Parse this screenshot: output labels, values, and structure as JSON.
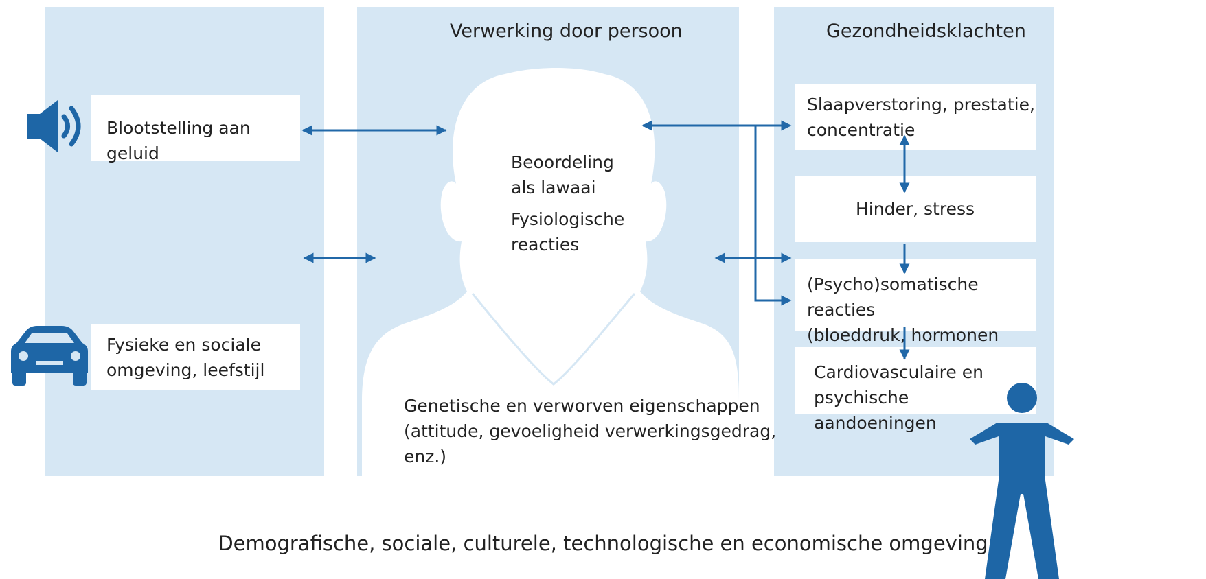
{
  "colors": {
    "panel": "#d6e7f4",
    "arrow": "#2168a8",
    "icon": "#1e66a6",
    "box": "#ffffff"
  },
  "left": {
    "exposure": "Blootstelling aan geluid",
    "environment_lines": [
      "Fysieke en sociale",
      "omgeving, leefstijl"
    ],
    "icons": [
      "speaker-icon",
      "car-icon"
    ]
  },
  "middle": {
    "title": "Verwerking door persoon",
    "judgement_lines": [
      "Beoordeling",
      "als lawaai"
    ],
    "physio_lines": [
      "Fysiologische",
      "reacties"
    ],
    "traits_lines": [
      "Genetische en verworven eigenschappen",
      "(attitude, gevoeligheid verwerkingsgedrag,",
      "enz.)"
    ]
  },
  "right": {
    "title": "Gezondheidsklachten",
    "sleep_lines": [
      "Slaapverstoring, prestatie,",
      "concentratie"
    ],
    "annoyance": "Hinder, stress",
    "somatic_lines": [
      "(Psycho)somatische reacties",
      "(bloeddruk, hormonen enz.)"
    ],
    "disease_lines": [
      "Cardiovasculaire en",
      "psychische aandoeningen"
    ],
    "icons": [
      "person-icon"
    ]
  },
  "footer": "Demografische, sociale, culturele, technologische en economische omgeving"
}
